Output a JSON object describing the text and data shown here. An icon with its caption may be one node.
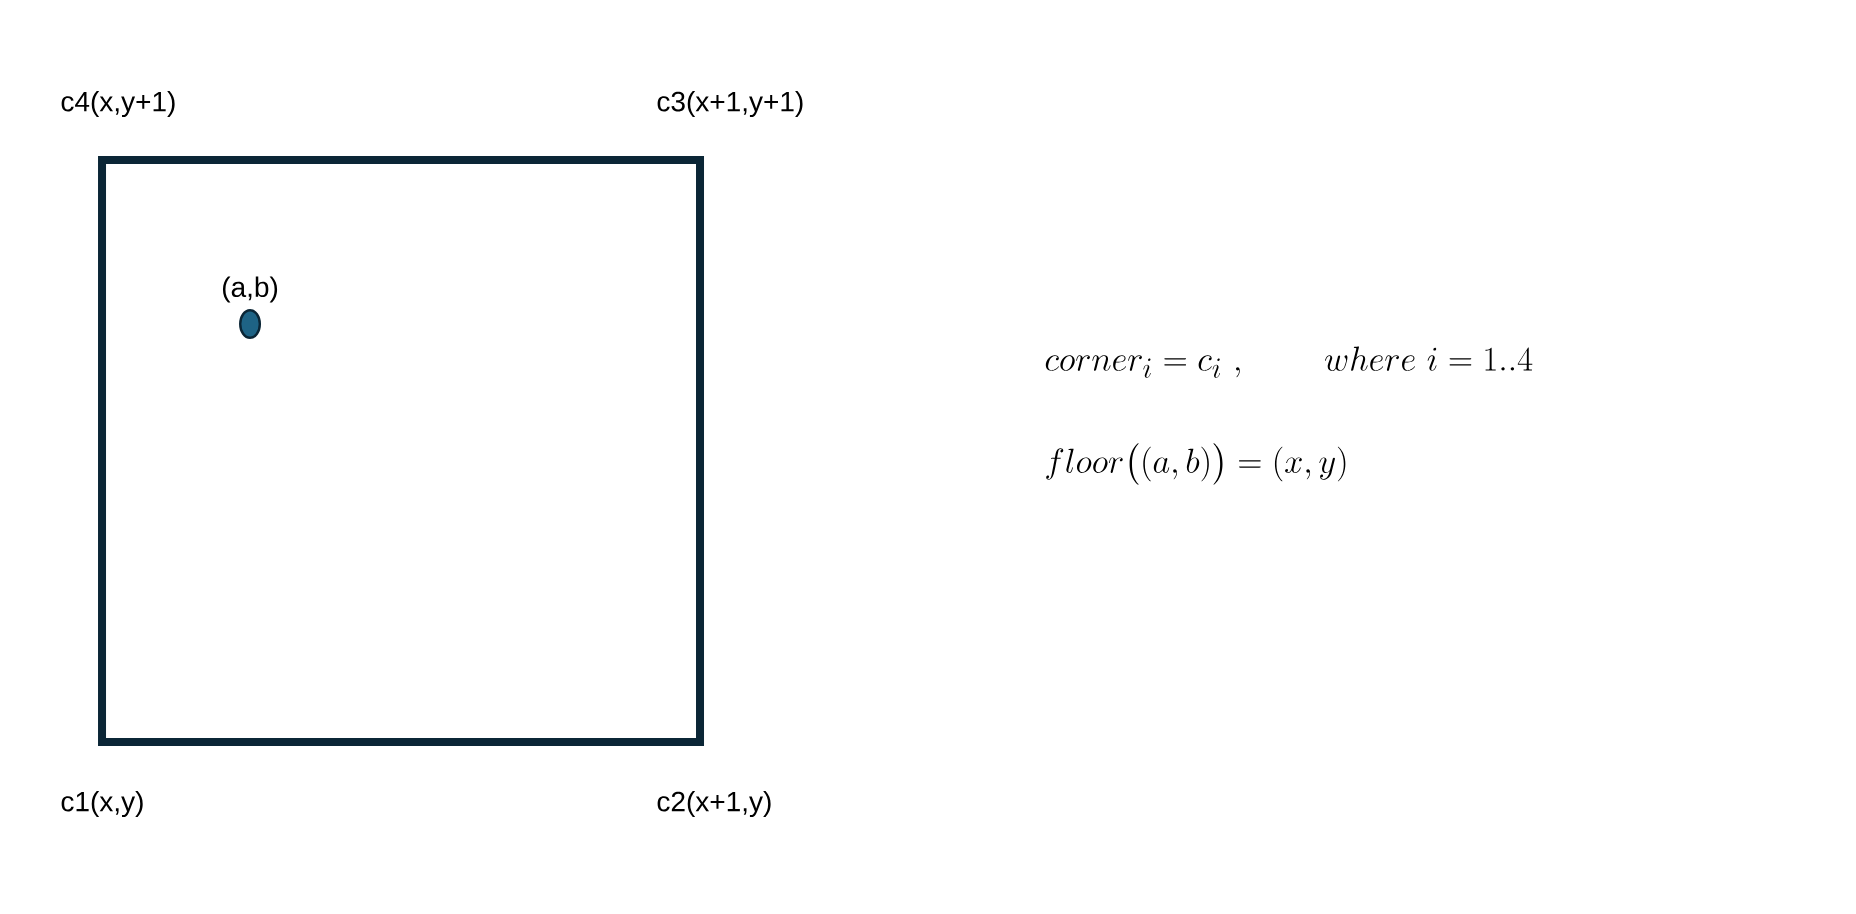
{
  "diagram": {
    "nodes": [
      {
        "text": [],
        "shape": "box"
      },
      {
        "text": [],
        "shape": "circle",
        "in": 0,
        "beside": [
          "(a,b)"
        ]
      }
    ],
    "labels": [
      "c4(x,y+1)",
      "c3(x+1,y+1)",
      "c1(x,y)",
      "c2(x+1,y)",
      "corner_i = c_i\\ ,\\qquad where\\ i = 1..4",
      "floor\\big((a,b)\\big) = (x,y)"
    ]
  }
}
